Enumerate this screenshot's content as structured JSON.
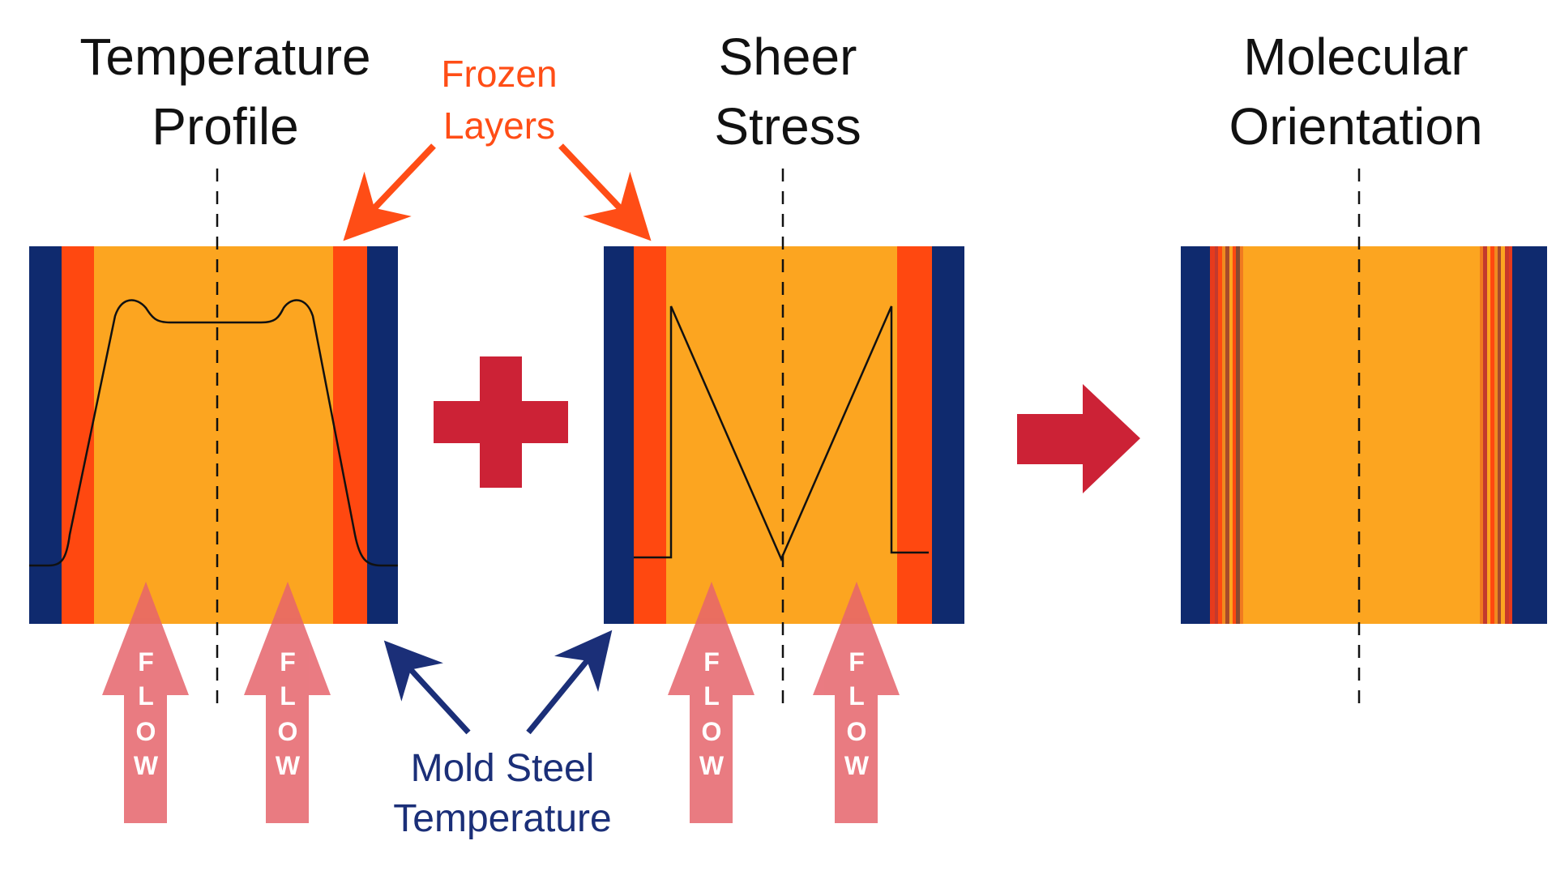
{
  "titles": {
    "temperature_line1": "Temperature",
    "temperature_line2": "Profile",
    "sheer_line1": "Sheer",
    "sheer_line2": "Stress",
    "molecular_line1": "Molecular",
    "molecular_line2": "Orientation"
  },
  "labels": {
    "frozen_line1": "Frozen",
    "frozen_line2": "Layers",
    "mold_line1": "Mold Steel",
    "mold_line2": "Temperature"
  },
  "flow": {
    "letters": [
      "F",
      "L",
      "O",
      "W"
    ]
  },
  "colors": {
    "mold_steel": "#0f2a6e",
    "frozen_layer": "#ff4810",
    "melt_core": "#fca520",
    "frozen_label": "#ff4d16",
    "mold_label": "#1b2f78",
    "operator": "#cc2236",
    "flow_arrow": "#e6646c",
    "profile_line": "#111111"
  },
  "icons": {
    "plus": "plus-icon",
    "result_arrow": "arrow-right-icon",
    "flow_arrow": "arrow-up-icon"
  }
}
